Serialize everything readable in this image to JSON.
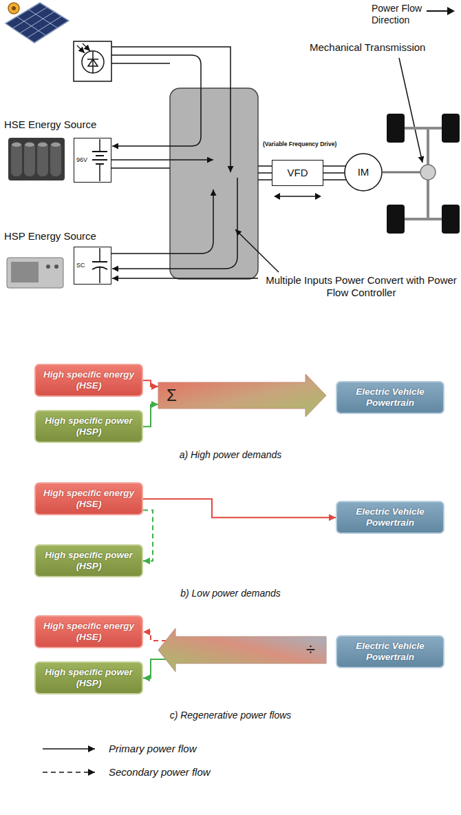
{
  "diagram": {
    "nodes": [
      {
        "text": [
          "96V"
        ]
      },
      {
        "text": [
          "VFD"
        ]
      },
      {
        "text": [
          "IM"
        ]
      },
      {
        "text": [
          "SC"
        ]
      },
      {
        "text": [
          "High specific energy (HSE)"
        ]
      },
      {
        "text": [
          "Σ"
        ]
      },
      {
        "text": [
          "Electric Vehicle Powertrain"
        ]
      },
      {
        "text": [
          "High specific power (HSP)"
        ]
      },
      {
        "text": [
          "High specific energy (HSE)"
        ]
      },
      {
        "text": [
          "Electric Vehicle Powertrain"
        ]
      },
      {
        "text": [
          "High specific power (HSP)"
        ]
      },
      {
        "text": [
          "High specific energy (HSE)"
        ]
      },
      {
        "text": [
          "÷"
        ]
      },
      {
        "text": [
          "Electric Vehicle Powertrain"
        ]
      },
      {
        "text": [
          "High specific power (HSP)"
        ]
      }
    ],
    "edges": [
      {
        "from": 1,
        "to": 2,
        "arrow": "none"
      },
      {
        "from": 4,
        "to": 5,
        "arrow": "to"
      },
      {
        "from": 7,
        "to": 5,
        "arrow": "to"
      },
      {
        "from": 8,
        "to": 9,
        "arrow": "to"
      },
      {
        "from": 8,
        "to": 10,
        "arrow": "to"
      },
      {
        "from": 12,
        "to": 11,
        "arrow": "to"
      },
      {
        "from": 12,
        "to": 14,
        "arrow": "to"
      }
    ],
    "labels": [
      "Power Flow Direction",
      "Mechanical Transmission",
      "HSE Energy Source",
      "(Variable Frequency Drive)",
      "HSP Energy Source",
      "Multiple Inputs Power Convert with Power Flow Controller",
      "a) High power demands",
      "b) Low power demands",
      "c) Regenerative power flows"
    ],
    "legend": [
      {
        "text": "Primary power flow"
      },
      {
        "text": "Secondary power flow"
      }
    ]
  }
}
